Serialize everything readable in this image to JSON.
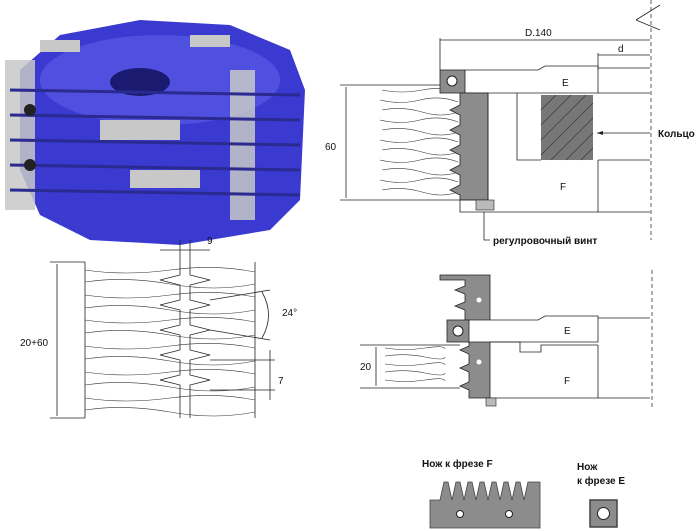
{
  "colors": {
    "cutter_blue": "#3a3ad0",
    "knife_gray": "#8c8c8c",
    "steel": "#c8c8c8"
  },
  "top_drawing": {
    "diameter": "D.140",
    "d_label": "d",
    "cutter_e": "E",
    "cutter_f": "F",
    "ring_label": "Кольцо",
    "height": "60",
    "screw_label": "регулровочный винт"
  },
  "joint_drawing": {
    "pitch": "9",
    "angle": "24°",
    "height_range": "20+60",
    "depth": "7"
  },
  "bottom_drawing": {
    "cutter_e": "E",
    "cutter_f": "F",
    "height": "20"
  },
  "knives": {
    "f_title": "Нож к фрезе F",
    "e_title_line1": "Нож",
    "e_title_line2": "к фрезе E"
  }
}
